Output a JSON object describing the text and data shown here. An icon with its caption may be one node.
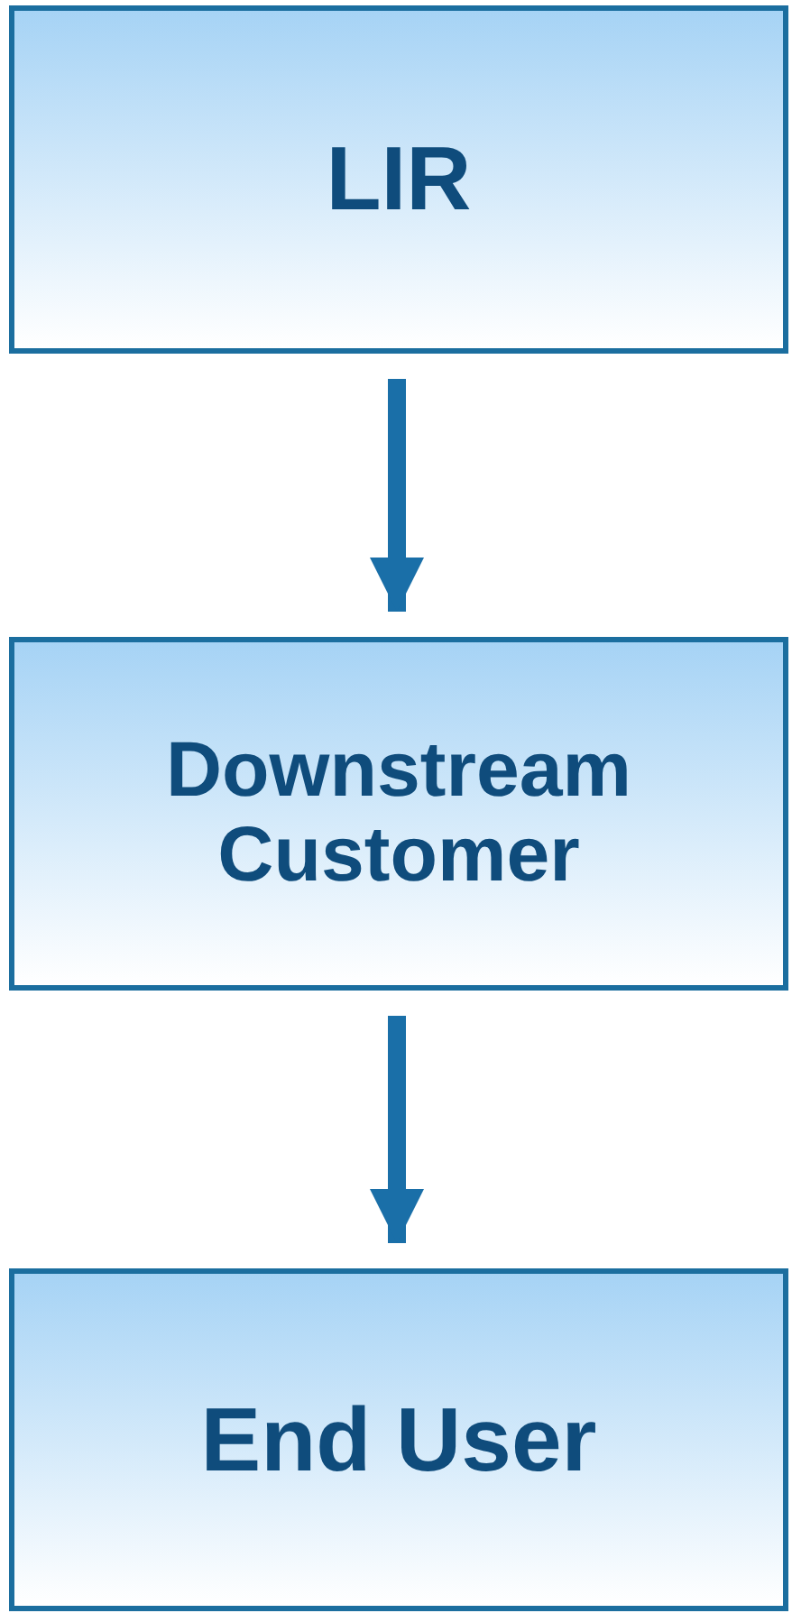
{
  "diagram": {
    "nodes": [
      {
        "text": [
          "LIR"
        ]
      },
      {
        "text": [
          "Downstream Customer"
        ]
      },
      {
        "text": [
          "End User"
        ]
      }
    ],
    "edges": [
      {
        "from": 0,
        "to": 1,
        "arrow": "to"
      },
      {
        "from": 1,
        "to": 2,
        "arrow": "to"
      }
    ]
  }
}
